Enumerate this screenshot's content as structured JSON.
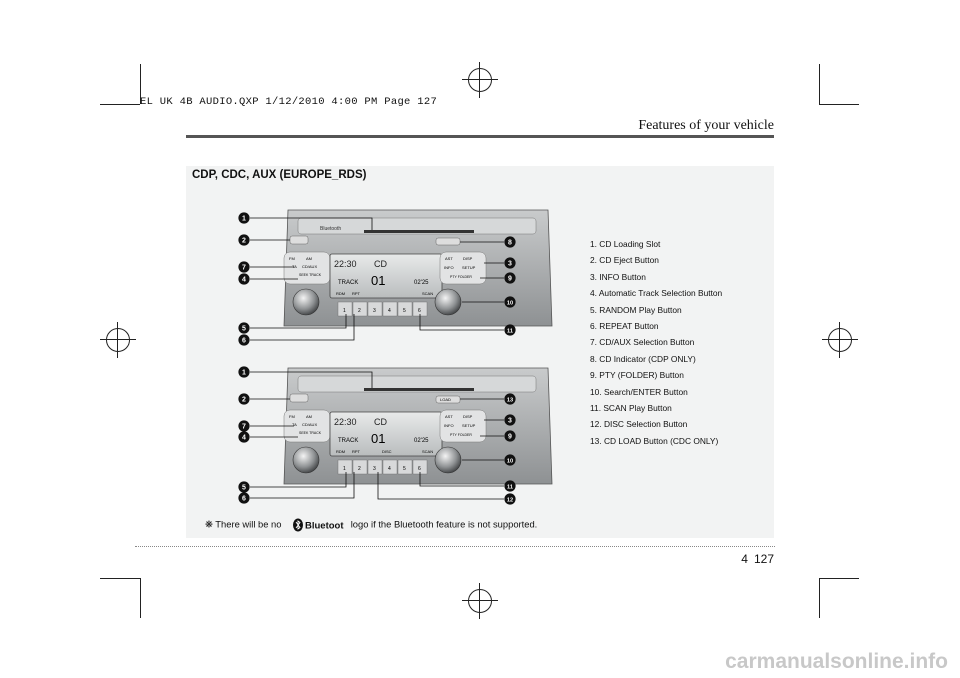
{
  "slug": "EL UK 4B AUDIO.QXP  1/12/2010  4:00 PM  Page 127",
  "section_title": "Features of your vehicle",
  "heading": "CDP, CDC, AUX (EUROPE_RDS)",
  "legend_items": [
    "1. CD Loading Slot",
    "2. CD Eject Button",
    "3. INFO Button",
    "4. Automatic Track Selection Button",
    "5. RANDOM Play Button",
    "6. REPEAT Button",
    "7. CD/AUX Selection Button",
    "8. CD Indicator (CDP ONLY)",
    "9. PTY (FOLDER) Button",
    "10. Search/ENTER Button",
    "11. SCAN Play Button",
    "12. DISC Selection Button",
    "13. CD LOAD Button (CDC ONLY)"
  ],
  "footnote": {
    "symbol": "❋",
    "before": "There will be no",
    "logo_text": "Bluetooth",
    "after": "logo if the Bluetooth feature is not supported."
  },
  "page": {
    "chapter": "4",
    "number": "127"
  },
  "watermark": "carmanualsonline.info",
  "radio_labels": {
    "bluetooth": "Bluetooth",
    "time": "22:30",
    "mode": "CD",
    "track_label": "TRACK",
    "track_number": "01",
    "elapsed": "02'25",
    "rdm": "RDM",
    "rpt": "RPT",
    "disc": "DISC",
    "scan": "SCAN",
    "fm": "FM",
    "am": "AM",
    "ta": "TA",
    "cd_aux": "CD/AUX",
    "seek_track": "SEEK TRACK",
    "info": "INFO",
    "setup": "SETUP",
    "pty_folder": "PTY FOLDER",
    "ast": "AST",
    "disp": "DISP",
    "load": "LOAD",
    "preset_buttons": [
      "1",
      "2",
      "3",
      "4",
      "5",
      "6"
    ]
  },
  "callouts_top": [
    "1",
    "2",
    "7",
    "4",
    "5",
    "6",
    "8",
    "3",
    "9",
    "10",
    "11"
  ],
  "callouts_bottom": [
    "1",
    "2",
    "7",
    "4",
    "5",
    "6",
    "13",
    "3",
    "9",
    "10",
    "11",
    "12"
  ]
}
